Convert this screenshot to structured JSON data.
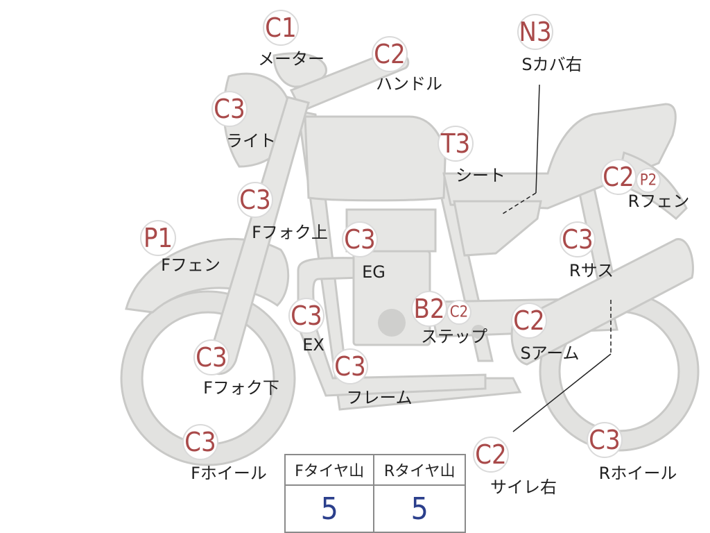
{
  "badges": [
    {
      "id": "meter",
      "code": "C1",
      "label": "メーター"
    },
    {
      "id": "handle",
      "code": "C2",
      "label": "ハンドル"
    },
    {
      "id": "light",
      "code": "C3",
      "label": "ライト"
    },
    {
      "id": "fork-upper",
      "code": "C3",
      "label": "Fフォク上"
    },
    {
      "id": "front-fender",
      "code": "P1",
      "label": "Fフェン"
    },
    {
      "id": "engine",
      "code": "C3",
      "label": "EG"
    },
    {
      "id": "exhaust",
      "code": "C3",
      "label": "EX"
    },
    {
      "id": "fork-lower",
      "code": "C3",
      "label": "Fフォク下"
    },
    {
      "id": "front-wheel",
      "code": "C3",
      "label": "Fホイール"
    },
    {
      "id": "frame",
      "code": "C3",
      "label": "フレーム"
    },
    {
      "id": "step",
      "code": "B2",
      "code2": "C2",
      "label": "ステップ"
    },
    {
      "id": "seat",
      "code": "T3",
      "label": "シート"
    },
    {
      "id": "side-cover",
      "code": "N3",
      "label": "Sカバ右"
    },
    {
      "id": "rear-fender",
      "code": "C2",
      "code2": "P2",
      "label": "Rフェン"
    },
    {
      "id": "rear-suspension",
      "code": "C3",
      "label": "Rサス"
    },
    {
      "id": "swing-arm",
      "code": "C2",
      "label": "Sアーム"
    },
    {
      "id": "silencer",
      "code": "C2",
      "label": "サイレ右"
    },
    {
      "id": "rear-wheel",
      "code": "C3",
      "label": "Rホイール"
    }
  ],
  "tire_table": {
    "headers": [
      "Fタイヤ山",
      "Rタイヤ山"
    ],
    "values": [
      "5",
      "5"
    ]
  },
  "colors": {
    "part_fill": "#e6e6e4",
    "part_stroke": "#c9c9c7",
    "badge_text": "#a94a4a",
    "table_value": "#2b3f8c"
  }
}
